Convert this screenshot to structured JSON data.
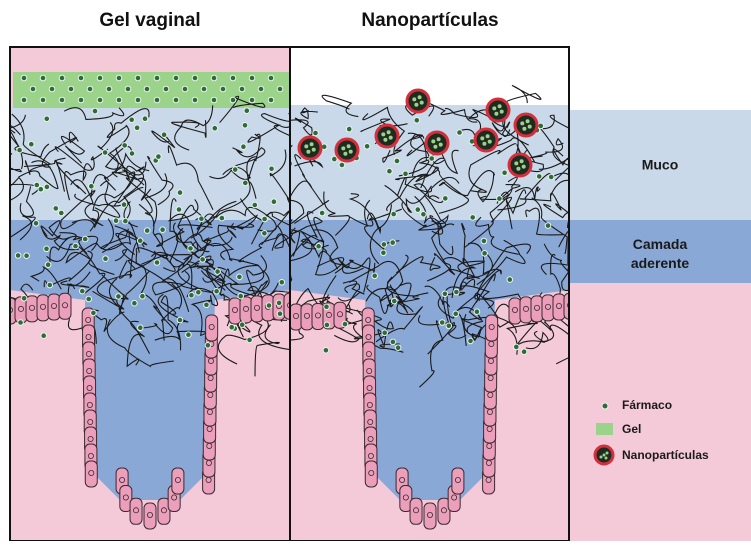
{
  "titles": {
    "left": "Gel vaginal",
    "right": "Nanopartículas"
  },
  "layers": {
    "mucus": "Muco",
    "adherent_line1": "Camada",
    "adherent_line2": "aderente"
  },
  "legend": {
    "drug": "Fármaco",
    "gel": "Gel",
    "nanoparticles": "Nanopartículas"
  },
  "colors": {
    "mucus": "#c9d9ea",
    "adherent_layer": "#8aa8d6",
    "tissue": "#f4c9d8",
    "epithelial_cell": "#ec9fbb",
    "gel": "#9bd38a",
    "drug": "#2f6a3a",
    "nanoparticle_ring": "#d62f3c",
    "fiber": "#1a1a1a"
  },
  "icons": {
    "drug": "green-dot-icon",
    "gel": "green-square-icon",
    "nanoparticle": "red-ring-particle-icon"
  }
}
